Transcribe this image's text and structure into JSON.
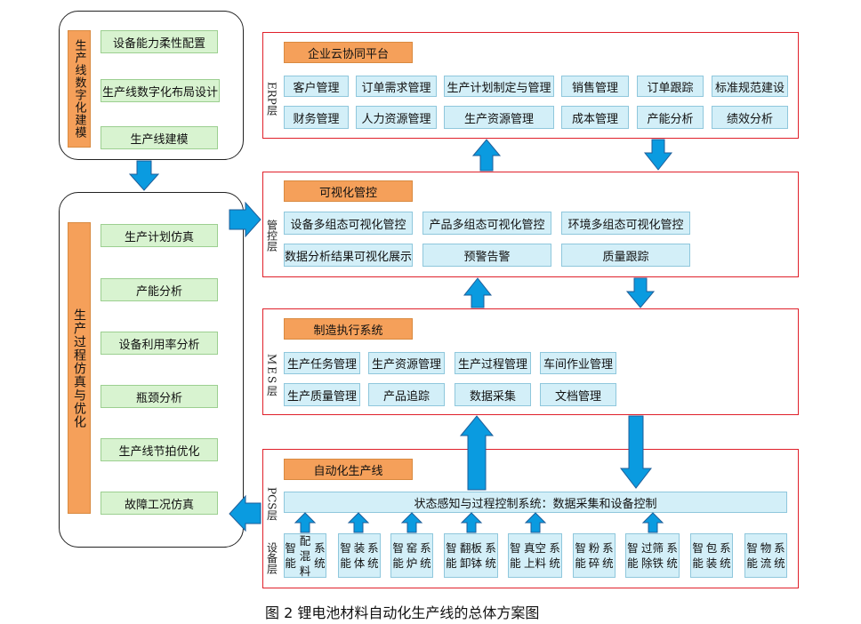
{
  "left_panel": {
    "modeling": {
      "title": "生产线数字化建模",
      "items": [
        "设备能力柔性配置",
        "生产线数字化布局设计",
        "生产线建模"
      ]
    },
    "simulation": {
      "title": "生产过程仿真与优化",
      "items": [
        "生产计划仿真",
        "产能分析",
        "设备利用率分析",
        "瓶颈分析",
        "生产线节拍优化",
        "故障工况仿真"
      ]
    }
  },
  "erp": {
    "layer_label": "ERP层",
    "title": "企业云协同平台",
    "row1": [
      "客户管理",
      "订单需求管理",
      "生产计划制定与管理",
      "销售管理",
      "订单跟踪",
      "标准规范建设"
    ],
    "row2": [
      "财务管理",
      "人力资源管理",
      "生产资源管理",
      "成本管理",
      "产能分析",
      "绩效分析"
    ]
  },
  "control": {
    "layer_label": "管控层",
    "title": "可视化管控",
    "row1": [
      "设备多组态可视化管控",
      "产品多组态可视化管控",
      "环境多组态可视化管控"
    ],
    "row2": [
      "数据分析结果可视化展示",
      "预警告警",
      "质量跟踪"
    ]
  },
  "mes": {
    "layer_label": "MES层",
    "title": "制造执行系统",
    "row1": [
      "生产任务管理",
      "生产资源管理",
      "生产过程管理",
      "车间作业管理"
    ],
    "row2": [
      "生产质量管理",
      "产品追踪",
      "数据采集",
      "文档管理"
    ]
  },
  "pcs": {
    "layer_label": "PCS层",
    "title": "自动化生产线",
    "bar": "状态感知与过程控制系统：数据采集和设备控制"
  },
  "equipment": {
    "layer_label": "设备层",
    "items": [
      [
        "智能",
        "配混料",
        "系统"
      ],
      [
        "智能",
        "装体",
        "系统"
      ],
      [
        "智能",
        "窑炉",
        "系统"
      ],
      [
        "智能",
        "翻板卸钵",
        "系统"
      ],
      [
        "智能",
        "真空上料",
        "系统"
      ],
      [
        "智能",
        "粉碎",
        "系统"
      ],
      [
        "智能",
        "过筛除铁",
        "系统"
      ],
      [
        "智能",
        "包装",
        "系统"
      ],
      [
        "智能",
        "物流",
        "系统"
      ]
    ]
  },
  "caption": "图 2  锂电池材料自动化生产线的总体方案图",
  "colors": {
    "arrow_fill": "#0a9be0",
    "arrow_stroke": "#1f5e99",
    "title_orange": "#f5a05a",
    "item_green": "#d8f3d0",
    "item_blue": "#d3eff8",
    "frame_red": "#e0202a"
  }
}
